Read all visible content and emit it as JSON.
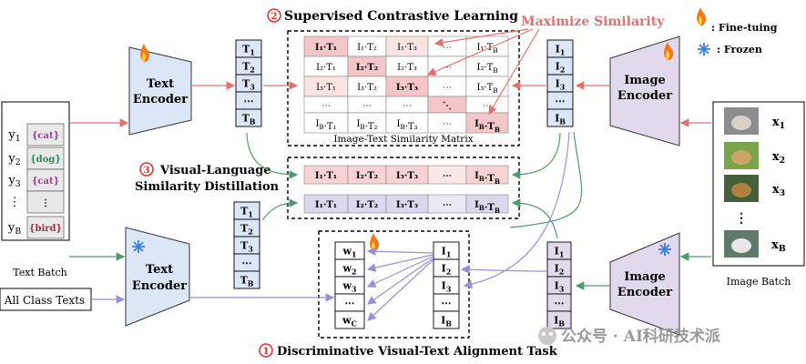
{
  "titles": {
    "step2": "Supervised Contrastive Learning",
    "step2_num": "2",
    "step3_line1": "Visual-Language",
    "step3_line2": "Similarity Distillation",
    "step3_num": "3",
    "step1": "Discriminative Visual-Text Alignment Task",
    "step1_num": "1",
    "maximize": "Maximize Similarity",
    "matrix_caption": "Image-Text Similarity Matrix"
  },
  "legend": {
    "fine_tuning": ": Fine-tuing",
    "frozen": ": Frozen"
  },
  "encoders": {
    "text_top_line1": "Text",
    "text_top_line2": "Encoder",
    "text_bottom_line1": "Text",
    "text_bottom_line2": "Encoder",
    "image_top_line1": "Image",
    "image_top_line2": "Encoder",
    "image_bottom_line1": "Image",
    "image_bottom_line2": "Encoder"
  },
  "text_batch": {
    "caption": "Text Batch",
    "rows": [
      {
        "y": "y",
        "sub": "1",
        "label": "{cat}",
        "color": "#9b3f9e"
      },
      {
        "y": "y",
        "sub": "2",
        "label": "{dog}",
        "color": "#2e8b57"
      },
      {
        "y": "y",
        "sub": "3",
        "label": "{cat}",
        "color": "#9b3f9e"
      },
      {
        "y": "⋮",
        "sub": "",
        "label": "⋮",
        "color": "#000000"
      },
      {
        "y": "y",
        "sub": "B",
        "label": "{bird}",
        "color": "#a0334a"
      }
    ]
  },
  "all_class_texts": "All Class Texts",
  "image_batch": {
    "caption": "Image Batch",
    "rows": [
      {
        "x": "x",
        "sub": "1"
      },
      {
        "x": "x",
        "sub": "2"
      },
      {
        "x": "x",
        "sub": "3"
      },
      {
        "x": "⋮",
        "sub": ""
      },
      {
        "x": "x",
        "sub": "B"
      }
    ]
  },
  "text_vec": [
    {
      "m": "T",
      "s": "1"
    },
    {
      "m": "T",
      "s": "2"
    },
    {
      "m": "T",
      "s": "3"
    },
    {
      "m": "⋯",
      "s": ""
    },
    {
      "m": "T",
      "s": "B"
    }
  ],
  "image_vec": [
    {
      "m": "I",
      "s": "1"
    },
    {
      "m": "I",
      "s": "2"
    },
    {
      "m": "I",
      "s": "3"
    },
    {
      "m": "⋯",
      "s": ""
    },
    {
      "m": "I",
      "s": "B"
    }
  ],
  "w_vec": [
    {
      "m": "w",
      "s": "1"
    },
    {
      "m": "w",
      "s": "2"
    },
    {
      "m": "w",
      "s": "3"
    },
    {
      "m": "⋯",
      "s": ""
    },
    {
      "m": "w",
      "s": "C"
    }
  ],
  "matrix": [
    [
      "I₁·T₁",
      "I₁·T₂",
      "I₁·T₃",
      "⋯",
      "I₁·T_B"
    ],
    [
      "I₂·T₁",
      "I₂·T₂",
      "I₂·T₃",
      "⋯",
      "I₂·T_B"
    ],
    [
      "I₃·T₁",
      "I₃·T₂",
      "I₃·T₃",
      "⋯",
      "I₃·T_B"
    ],
    [
      "⋯",
      "⋯",
      "⋯",
      "⋱",
      "⋯"
    ],
    [
      "I_B·T₁",
      "I_B·T₂",
      "I_B·T₃",
      "⋯",
      "I_B·T_B"
    ]
  ],
  "distill_row1": [
    "I₁·T₁",
    "I₂·T₂",
    "I₃·T₃",
    "⋯",
    "I_B·T_B"
  ],
  "distill_row2": [
    "I₁·T₁",
    "I₂·T₂",
    "I₃·T₃",
    "⋯",
    "I_B·T_B"
  ],
  "watermark": "公众号 · AI科研技术派",
  "colors": {
    "blue_fill": "#dbe6f6",
    "purple_fill": "#e3d9ec",
    "pink": "#f4c6c8",
    "light_pink": "#f9e3e3",
    "lavender": "#dcd6ee",
    "red_arrow": "#e0716f",
    "green_arrow": "#4f9a6a",
    "purple_arrow": "#9d8ed8"
  }
}
